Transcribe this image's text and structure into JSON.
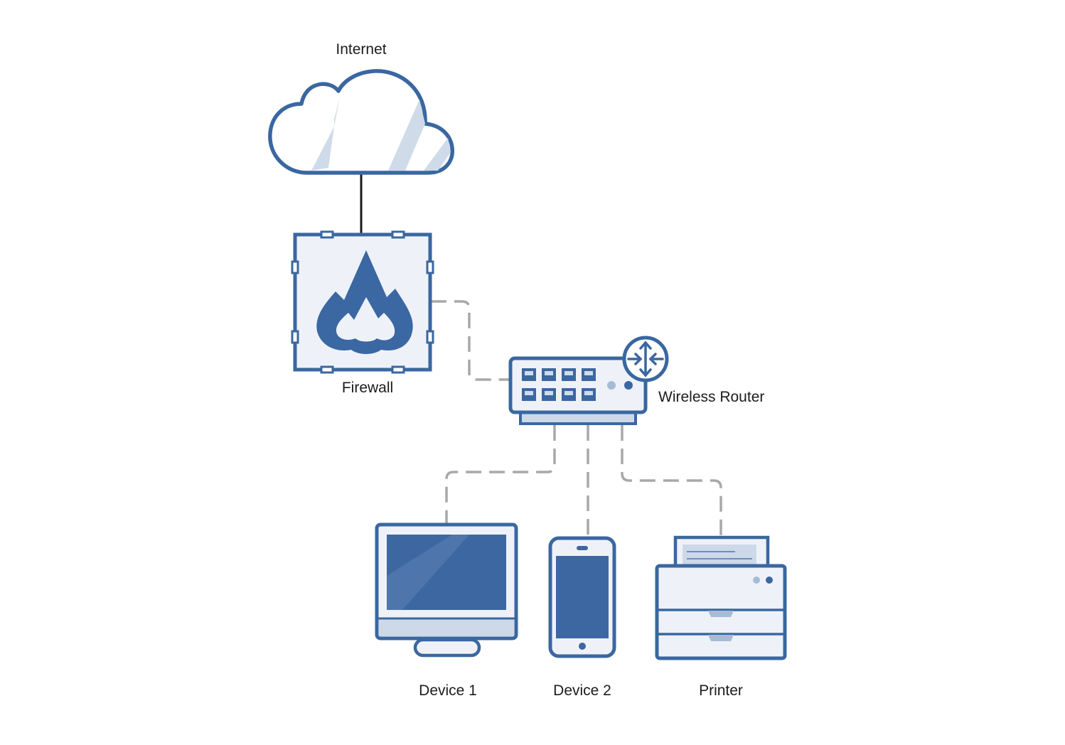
{
  "nodes": {
    "internet": {
      "label": "Internet",
      "icon": "cloud-icon"
    },
    "firewall": {
      "label": "Firewall",
      "icon": "firewall-icon"
    },
    "router": {
      "label": "Wireless Router",
      "icon": "router-icon"
    },
    "device1": {
      "label": "Device 1",
      "icon": "desktop-monitor-icon"
    },
    "device2": {
      "label": "Device 2",
      "icon": "smartphone-icon"
    },
    "printer": {
      "label": "Printer",
      "icon": "printer-icon"
    }
  },
  "edges": [
    {
      "from": "internet",
      "to": "firewall",
      "style": "solid"
    },
    {
      "from": "firewall",
      "to": "router",
      "style": "dashed"
    },
    {
      "from": "router",
      "to": "device1",
      "style": "dashed"
    },
    {
      "from": "router",
      "to": "device2",
      "style": "dashed"
    },
    {
      "from": "router",
      "to": "printer",
      "style": "dashed"
    }
  ],
  "colors": {
    "stroke": "#3a67a0",
    "fill_light": "#eef2f8",
    "fill_mid": "#cdd9e8",
    "screen": "#3d67a1",
    "connector_solid": "#1a1a1a",
    "connector_dashed": "#a3a3a3"
  }
}
